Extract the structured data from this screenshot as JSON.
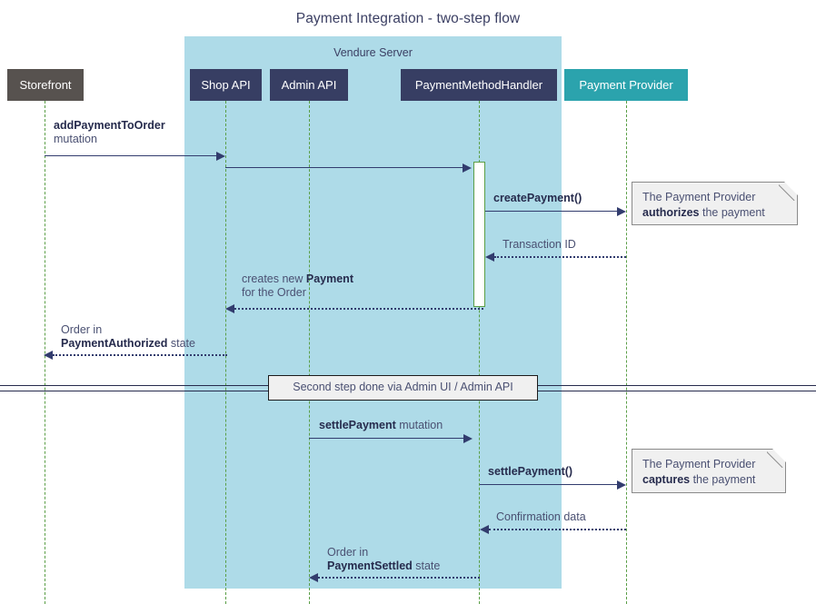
{
  "diagram": {
    "title": "Payment Integration - two-step flow",
    "type": "sequence-diagram",
    "group": {
      "label": "Vendure Server",
      "color": "#aedbe8"
    },
    "participants": [
      {
        "name": "storefront",
        "label": "Storefront",
        "color": "#57524f"
      },
      {
        "name": "shop-api",
        "label": "Shop API",
        "color": "#373e63"
      },
      {
        "name": "admin-api",
        "label": "Admin API",
        "color": "#373e63"
      },
      {
        "name": "payment-method-handler",
        "label": "PaymentMethodHandler",
        "color": "#373e63"
      },
      {
        "name": "payment-provider",
        "label": "Payment Provider",
        "color": "#2ba3ad"
      }
    ],
    "messages": [
      {
        "id": "add-payment-to-order",
        "from": "storefront",
        "to": "shop-api",
        "style": "solid",
        "label_bold": "addPaymentToOrder",
        "label_rest": "mutation"
      },
      {
        "id": "shop-api-to-handler",
        "from": "shop-api",
        "to": "payment-method-handler",
        "style": "solid",
        "label_bold": "",
        "label_rest": ""
      },
      {
        "id": "create-payment",
        "from": "payment-method-handler",
        "to": "payment-provider",
        "style": "solid",
        "label_bold": "createPayment()",
        "label_rest": ""
      },
      {
        "id": "transaction-id",
        "from": "payment-provider",
        "to": "payment-method-handler",
        "style": "dotted",
        "label_bold": "",
        "label_rest": "Transaction ID"
      },
      {
        "id": "creates-new-payment",
        "from": "payment-method-handler",
        "to": "shop-api",
        "style": "dotted",
        "label_line1_pre": "creates new ",
        "label_line1_bold": "Payment",
        "label_line2": "for the Order"
      },
      {
        "id": "order-payment-authorized",
        "from": "shop-api",
        "to": "storefront",
        "style": "dotted",
        "label_line1": "Order in",
        "label_line2_bold": "PaymentAuthorized",
        "label_line2_rest": " state"
      },
      {
        "id": "settle-payment-mutation",
        "from": "admin-api",
        "to": "payment-method-handler",
        "style": "solid",
        "label_bold": "settlePayment",
        "label_rest": " mutation"
      },
      {
        "id": "settle-payment-call",
        "from": "payment-method-handler",
        "to": "payment-provider",
        "style": "solid",
        "label_bold": "settlePayment()",
        "label_rest": ""
      },
      {
        "id": "confirmation-data",
        "from": "payment-provider",
        "to": "payment-method-handler",
        "style": "dotted",
        "label_rest": "Confirmation data"
      },
      {
        "id": "order-payment-settled",
        "from": "payment-method-handler",
        "to": "admin-api",
        "style": "dotted",
        "label_line1": "Order in",
        "label_line2_bold": "PaymentSettled",
        "label_line2_rest": " state"
      }
    ],
    "notes": [
      {
        "id": "note-authorizes",
        "line1": "The Payment Provider",
        "line2_bold": "authorizes",
        "line2_rest": " the payment"
      },
      {
        "id": "note-captures",
        "line1": "The Payment Provider",
        "line2_bold": "captures",
        "line2_rest": " the payment"
      }
    ],
    "divider": {
      "id": "second-step-divider",
      "label": "Second step done via Admin UI / Admin API"
    }
  }
}
